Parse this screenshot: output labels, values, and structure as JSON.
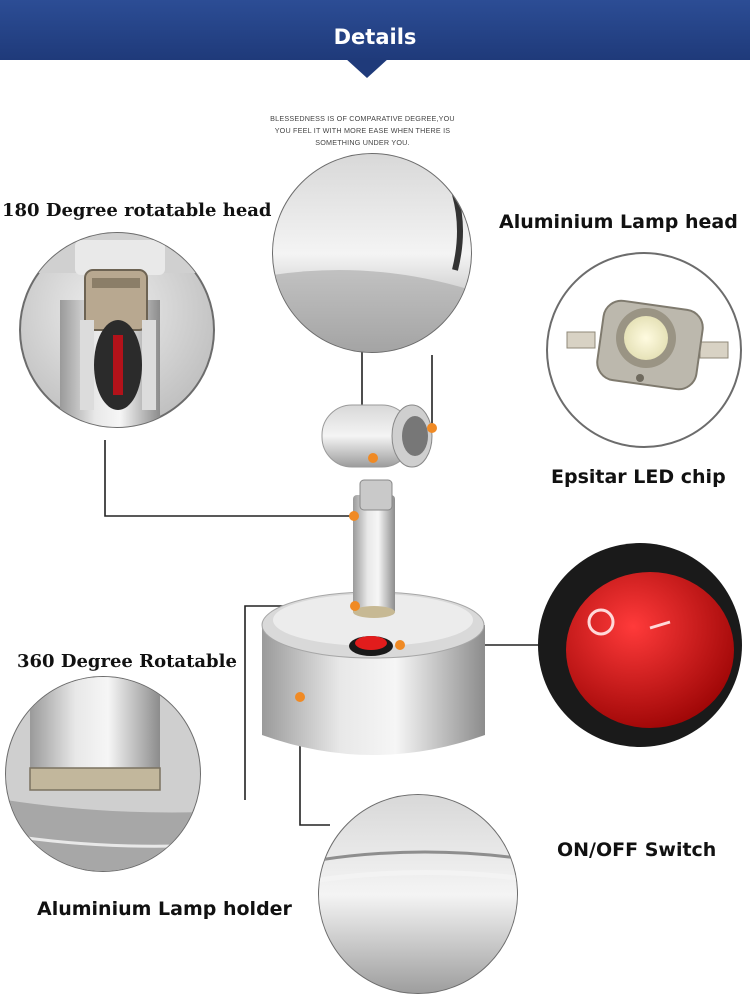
{
  "header": {
    "title": "Details"
  },
  "quote": {
    "lines": [
      "BLESSEDNESS IS OF COMPARATIVE DEGREE,YOU",
      "YOU FEEL IT WITH MORE EASE WHEN THERE IS",
      "SOMETHING UNDER YOU."
    ]
  },
  "labels": {
    "rotatable_head": "180 Degree rotatable head",
    "lamp_head": "Aluminium Lamp head",
    "led_chip": "Epsitar LED chip",
    "rotatable_base": "360 Degree Rotatable",
    "switch": "ON/OFF Switch",
    "lamp_holder": "Aluminium Lamp holder"
  },
  "colors": {
    "banner": "#1f3a7a",
    "marker": "#f08a24",
    "switch_red": "#d81818",
    "connector_line": "#222222"
  },
  "icons": [
    "rotatable-head-detail",
    "lamp-head-detail",
    "led-chip-detail",
    "rotation-ring-detail",
    "switch-detail",
    "lamp-holder-detail",
    "spotlight-product"
  ]
}
